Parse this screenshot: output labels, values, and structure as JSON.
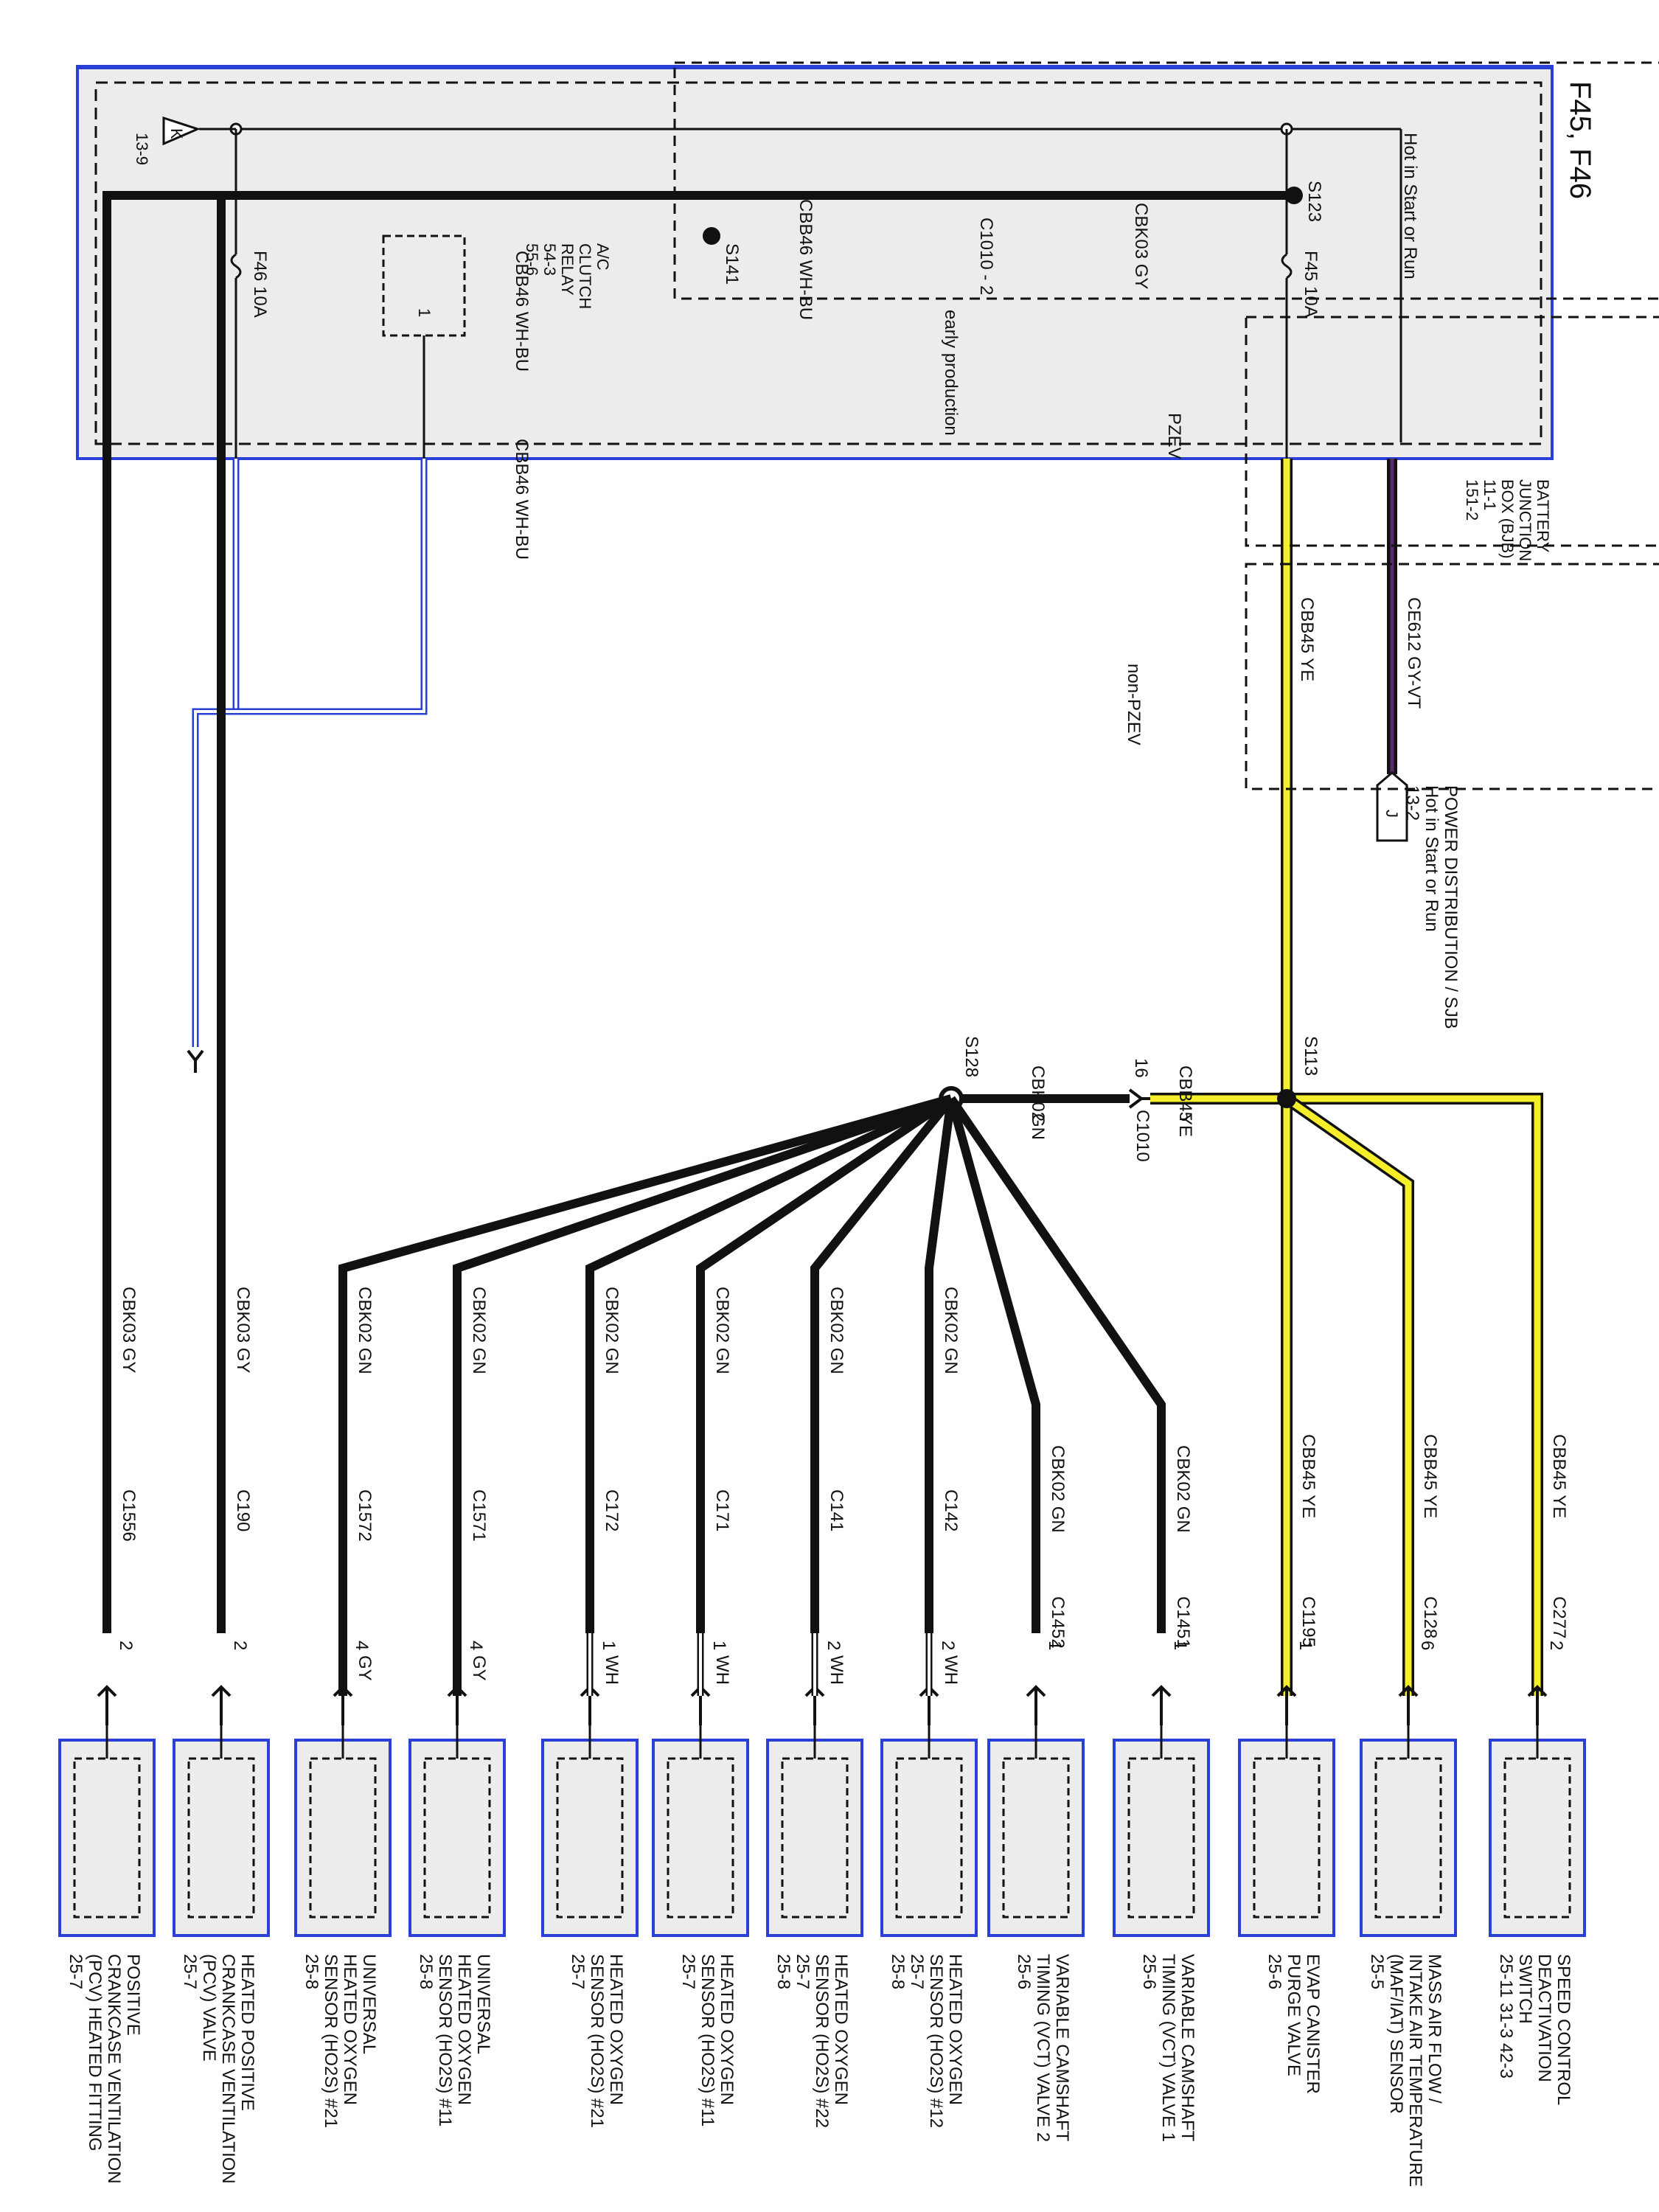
{
  "page": {
    "title": "F45, F46"
  },
  "bjb": {
    "label": [
      "BATTERY",
      "JUNCTION",
      "BOX (BJB)",
      "11-1",
      "151-2"
    ],
    "hot": "Hot in Start or Run",
    "ground_code": "13-9",
    "ground_letter": "K",
    "relay_label": [
      "A/C",
      "CLUTCH",
      "RELAY",
      "54-3",
      "55-6"
    ],
    "relay_pin": "1",
    "fuse_f45": "F45  10A",
    "fuse_f46": "F46  10A"
  },
  "pd": {
    "label": [
      "POWER DISTRIBUTION / SJB",
      "Hot in Start or Run",
      "13-2"
    ],
    "letter": "J"
  },
  "wires": {
    "ce612": "CE612  GY-VT",
    "cbb45": "CBB45  YE",
    "cbb46": "CBB46  WH-BU",
    "cbk02": "CBK02  GN",
    "cbk03": "CBK03  GY",
    "cbb45_short": "CBB45",
    "ye": "YE",
    "cbk02_short": "CBK02",
    "gn": "GN",
    "wh": "WH",
    "gy": "GY"
  },
  "splices": {
    "s113": "S113",
    "s128": "S128",
    "s141": "S141",
    "s123": "S123"
  },
  "inline": {
    "c1010_pin": "16",
    "c1010": "C1010",
    "c1010_b": "C1010 - 2"
  },
  "groups": {
    "early": "early production",
    "pzev": "PZEV",
    "nonpzev": "non-PZEV"
  },
  "components": [
    {
      "conn": "C277",
      "pin": "2",
      "wire": "CBB45  YE",
      "lines": [
        "SPEED CONTROL",
        "DEACTIVATION",
        "SWITCH",
        "25-11      31-3      42-3"
      ]
    },
    {
      "conn": "C128",
      "pin": "6",
      "wire": "CBB45  YE",
      "lines": [
        "MASS AIR FLOW /",
        "INTAKE AIR TEMPERATURE",
        "(MAF/IAT) SENSOR",
        "25-5"
      ]
    },
    {
      "conn": "C1195",
      "pin": "1",
      "wire": "CBB45  YE",
      "lines": [
        "EVAP CANISTER",
        "PURGE VALVE",
        "25-6"
      ]
    },
    {
      "conn": "C1451",
      "pin": "1",
      "wire": "CBK02  GN",
      "lines": [
        "VARIABLE CAMSHAFT",
        "TIMING (VCT) VALVE 1",
        "25-6"
      ]
    },
    {
      "conn": "C1452",
      "pin": "1",
      "wire": "CBK02  GN",
      "lines": [
        "VARIABLE CAMSHAFT",
        "TIMING (VCT) VALVE 2",
        "25-6"
      ]
    },
    {
      "conn": "C142",
      "pin": "2",
      "wire": "CBK02  GN",
      "lines": [
        "HEATED OXYGEN",
        "SENSOR (HO2S) #12",
        "25-7",
        "25-8"
      ]
    },
    {
      "conn": "C141",
      "pin": "2",
      "wire": "CBK02  GN",
      "lines": [
        "HEATED OXYGEN",
        "SENSOR (HO2S) #22",
        "25-7",
        "25-8"
      ]
    },
    {
      "conn": "C171",
      "pin": "1",
      "wire": "CBK02  GN",
      "lines": [
        "HEATED OXYGEN",
        "SENSOR (HO2S) #11",
        "25-7"
      ]
    },
    {
      "conn": "C172",
      "pin": "1",
      "wire": "CBK02  GN",
      "lines": [
        "HEATED OXYGEN",
        "SENSOR (HO2S) #21",
        "25-7"
      ]
    },
    {
      "conn": "C1571",
      "pin": "4",
      "wire": "CBK02  GN",
      "lines": [
        "UNIVERSAL",
        "HEATED OXYGEN",
        "SENSOR (HO2S) #11",
        "25-8"
      ]
    },
    {
      "conn": "C1572",
      "pin": "4",
      "wire": "CBK02  GN",
      "lines": [
        "UNIVERSAL",
        "HEATED OXYGEN",
        "SENSOR (HO2S) #21",
        "25-8"
      ]
    },
    {
      "conn": "C190",
      "pin": "2",
      "wire": "CBK03  GY",
      "lines": [
        "HEATED POSITIVE",
        "CRANKCASE VENTILATION",
        "(PCV) VALVE",
        "25-7"
      ]
    },
    {
      "conn": "C1556",
      "pin": "2",
      "wire": "CBK03  GY",
      "lines": [
        "POSITIVE",
        "CRANKCASE VENTILATION",
        "(PCV) HEATED FITTING",
        "25-7"
      ]
    }
  ]
}
